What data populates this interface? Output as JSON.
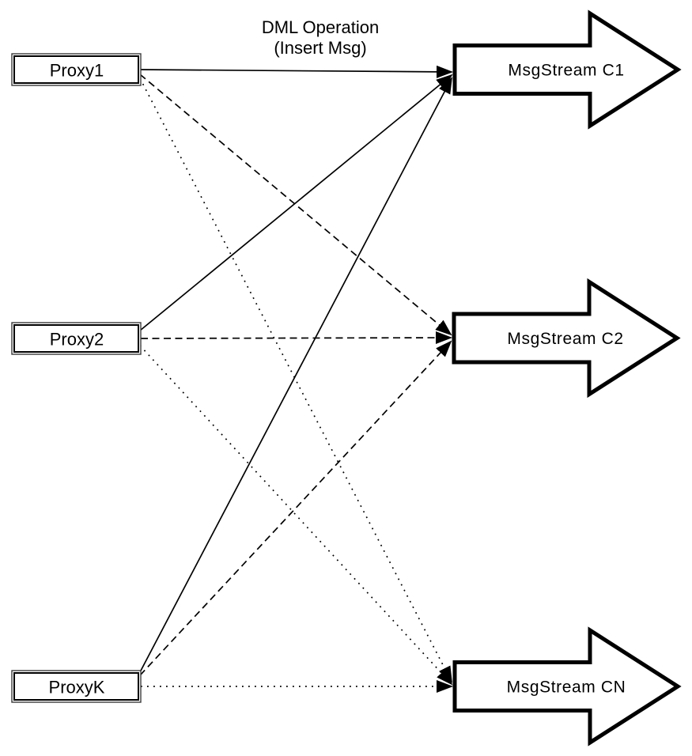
{
  "diagram": {
    "annotation": {
      "line1": "DML Operation",
      "line2": "(Insert Msg)"
    },
    "proxies": [
      {
        "label": "Proxy1"
      },
      {
        "label": "Proxy2"
      },
      {
        "label": "ProxyK"
      }
    ],
    "streams": [
      {
        "label": "MsgStream C1"
      },
      {
        "label": "MsgStream C2"
      },
      {
        "label": "MsgStream CN"
      }
    ],
    "edges": [
      {
        "from": "Proxy1",
        "to": "MsgStream C1",
        "style": "solid"
      },
      {
        "from": "Proxy1",
        "to": "MsgStream C2",
        "style": "dashed"
      },
      {
        "from": "Proxy1",
        "to": "MsgStream CN",
        "style": "dotted"
      },
      {
        "from": "Proxy2",
        "to": "MsgStream C1",
        "style": "solid"
      },
      {
        "from": "Proxy2",
        "to": "MsgStream C2",
        "style": "dashed"
      },
      {
        "from": "Proxy2",
        "to": "MsgStream CN",
        "style": "dotted"
      },
      {
        "from": "ProxyK",
        "to": "MsgStream C1",
        "style": "solid"
      },
      {
        "from": "ProxyK",
        "to": "MsgStream C2",
        "style": "dashed"
      },
      {
        "from": "ProxyK",
        "to": "MsgStream CN",
        "style": "dotted"
      }
    ],
    "colors": {
      "line": "#000000",
      "node_fill": "#ffffff",
      "background": "#ffffff"
    }
  }
}
